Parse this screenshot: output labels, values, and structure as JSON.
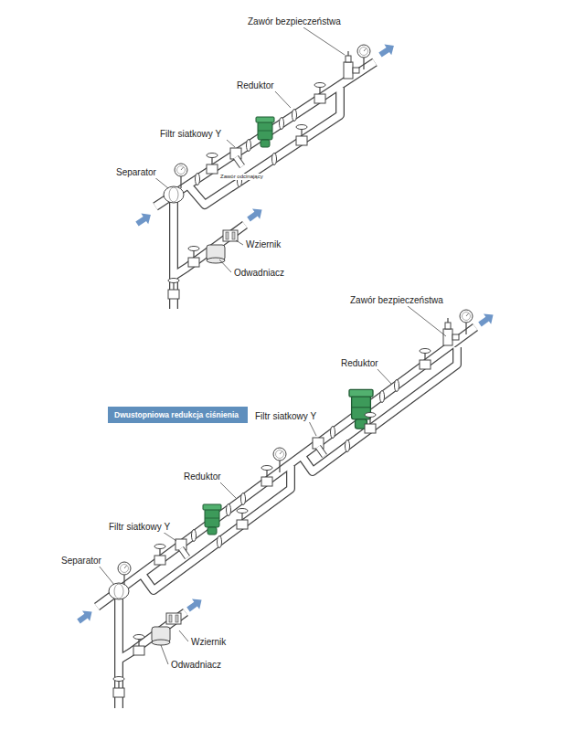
{
  "diagram": {
    "nodes": [
      {
        "text": [
          "Dwustopniowa redukcja ciśnienia"
        ]
      }
    ],
    "labels": [
      "Zawór bezpieczeństwa",
      "Reduktor",
      "Filtr siatkowy Y",
      "Separator",
      "Zawór odcinający",
      "Wziernik",
      "Odwadniacz",
      "Zawór bezpieczeństwa",
      "Reduktor",
      "Filtr siatkowy Y",
      "Reduktor",
      "Filtr siatkowy Y",
      "Separator",
      "Wziernik",
      "Odwadniacz"
    ]
  }
}
